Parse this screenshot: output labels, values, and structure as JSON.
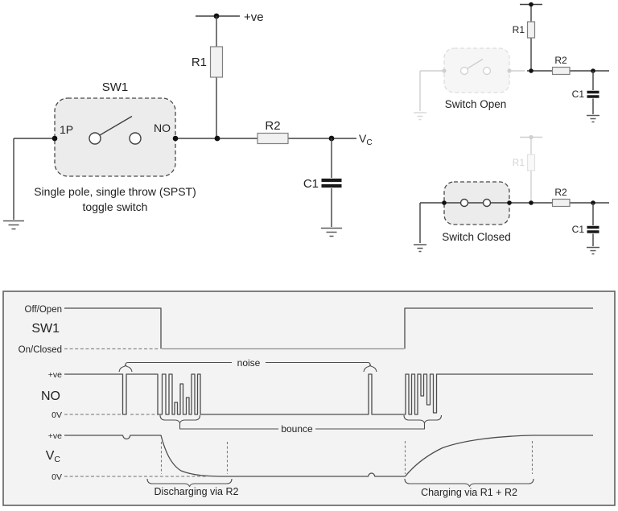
{
  "main_circuit": {
    "supply": "+ve",
    "r1": "R1",
    "r2": "R2",
    "c1": "C1",
    "switch_name": "SW1",
    "pole": "1P",
    "throw": "NO",
    "output": "V",
    "output_sub": "C",
    "caption1": "Single pole, single throw (SPST)",
    "caption2": "toggle switch"
  },
  "switch_open": {
    "r1": "R1",
    "r2": "R2",
    "c1": "C1",
    "caption": "Switch Open"
  },
  "switch_closed": {
    "r1": "R1",
    "r2": "R2",
    "c1": "C1",
    "caption": "Switch Closed"
  },
  "timing": {
    "sw1_high": "Off/Open",
    "sw1_name": "SW1",
    "sw1_low": "On/Closed",
    "no_high": "+ve",
    "no_name": "NO",
    "no_low": "0V",
    "vc_high": "+ve",
    "vc_name": "V",
    "vc_sub": "C",
    "vc_low": "0V",
    "noise_label": "noise",
    "bounce_label": "bounce",
    "discharge_label": "Discharging via R2",
    "charge_label": "Charging via R1 + R2"
  },
  "colors": {
    "ink": "#404040",
    "trace": "#4d4d4d",
    "faded": "#cfcfcf",
    "panel_bg": "#f3f3f3",
    "panel_border": "#606060",
    "switch_box_fill": "#ececec",
    "component_fill": "#f1f1f1",
    "component_border": "#7f7f7f",
    "reference_dash": "#8c8c8c",
    "capacitor": "#1a1a1a"
  }
}
